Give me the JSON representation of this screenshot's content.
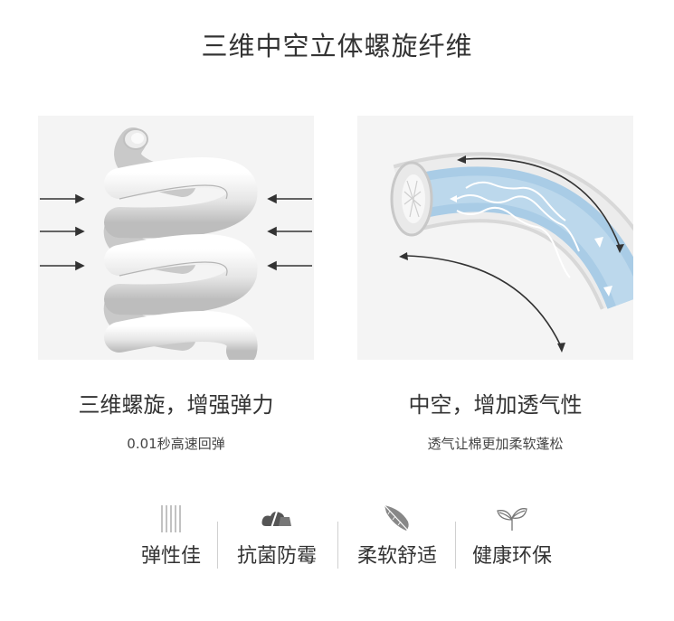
{
  "header": {
    "title": "三维中空立体螺旋纤维"
  },
  "left_card": {
    "title": "三维螺旋，增强弹力",
    "subtitle": "0.01秒高速回弹"
  },
  "right_card": {
    "title": "中空，增加透气性",
    "subtitle": "透气让棉更加柔软蓬松"
  },
  "features": [
    {
      "label": "弹性佳",
      "icon": "vertical-lines-icon"
    },
    {
      "label": "抗菌防霉",
      "icon": "cloud-shield-icon"
    },
    {
      "label": "柔软舒适",
      "icon": "feather-icon"
    },
    {
      "label": "健康环保",
      "icon": "leaf-icon"
    }
  ],
  "colors": {
    "text": "#333333",
    "panel_bg": "#f4f4f4",
    "fiber_blue": "#a9cce6",
    "icon_gray": "#888888"
  }
}
